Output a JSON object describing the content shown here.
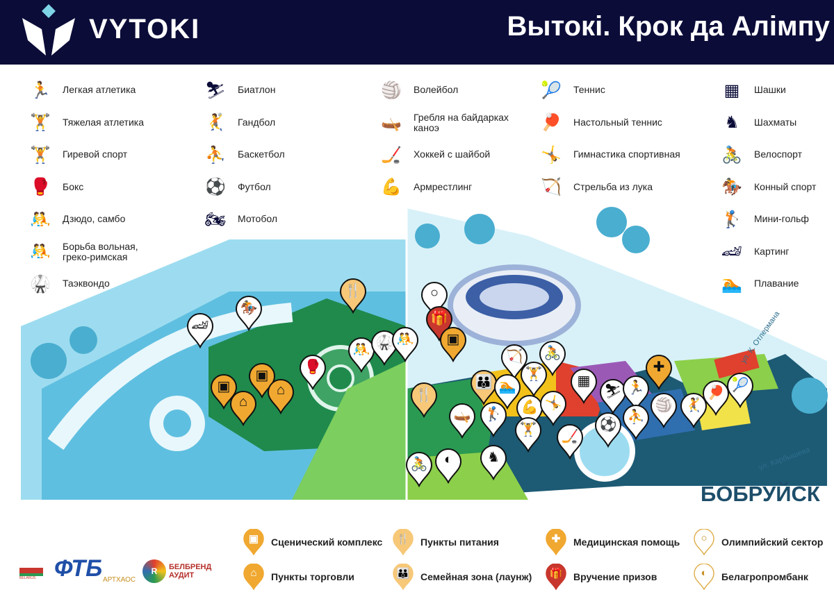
{
  "header": {
    "brand": "VYTOKI",
    "title": "Вытокі. Крок да Алімпу"
  },
  "sports": [
    {
      "label": "Легкая атлетика",
      "icon": "running-icon",
      "glyph": "🏃"
    },
    {
      "label": "Тяжелая атлетика",
      "icon": "weightlifting-icon",
      "glyph": "🏋"
    },
    {
      "label": "Гиревой спорт",
      "icon": "kettlebell-icon",
      "glyph": "🏋"
    },
    {
      "label": "Бокс",
      "icon": "boxing-icon",
      "glyph": "🥊"
    },
    {
      "label": "Дзюдо, самбо",
      "icon": "judo-icon",
      "glyph": "🤼"
    },
    {
      "label": "Борьба вольная,\nгреко-римская",
      "icon": "wrestling-icon",
      "glyph": "🤼"
    },
    {
      "label": "Таэквондо",
      "icon": "taekwondo-icon",
      "glyph": "🥋"
    },
    {
      "label": "Биатлон",
      "icon": "biathlon-icon",
      "glyph": "⛷"
    },
    {
      "label": "Гандбол",
      "icon": "handball-icon",
      "glyph": "🤾"
    },
    {
      "label": "Баскетбол",
      "icon": "basketball-icon",
      "glyph": "⛹"
    },
    {
      "label": "Футбол",
      "icon": "football-icon",
      "glyph": "⚽"
    },
    {
      "label": "Мотобол",
      "icon": "motoball-icon",
      "glyph": "🏍"
    },
    {
      "label": "Волейбол",
      "icon": "volleyball-icon",
      "glyph": "🏐"
    },
    {
      "label": "Гребля на байдарках\nканоэ",
      "icon": "canoe-icon",
      "glyph": "🛶"
    },
    {
      "label": "Хоккей с шайбой",
      "icon": "hockey-icon",
      "glyph": "🏒"
    },
    {
      "label": "Армрестлинг",
      "icon": "armwrestling-icon",
      "glyph": "💪"
    },
    {
      "label": "Теннис",
      "icon": "tennis-icon",
      "glyph": "🎾"
    },
    {
      "label": "Настольный теннис",
      "icon": "table-tennis-icon",
      "glyph": "🏓"
    },
    {
      "label": "Гимнастика спортивная",
      "icon": "gymnastics-icon",
      "glyph": "🤸"
    },
    {
      "label": "Стрельба из лука",
      "icon": "archery-icon",
      "glyph": "🏹"
    },
    {
      "label": "Шашки",
      "icon": "checkers-icon",
      "glyph": "▦"
    },
    {
      "label": "Шахматы",
      "icon": "chess-icon",
      "glyph": "♞"
    },
    {
      "label": "Велоспорт",
      "icon": "cycling-icon",
      "glyph": "🚴"
    },
    {
      "label": "Конный спорт",
      "icon": "equestrian-icon",
      "glyph": "🏇"
    },
    {
      "label": "Мини-гольф",
      "icon": "golf-icon",
      "glyph": "🏌"
    },
    {
      "label": "Картинг",
      "icon": "karting-icon",
      "glyph": "🏎"
    },
    {
      "label": "Плавание",
      "icon": "swimming-icon",
      "glyph": "🏊"
    }
  ],
  "map": {
    "city": "БОБРУЙСК",
    "streets": [
      "ул. К. Отлермана",
      "ул. Карбышева"
    ]
  },
  "poi_legend": [
    {
      "label": "Сценический комплекс",
      "icon": "stage-icon",
      "glyph": "▣",
      "color": "#f0a830"
    },
    {
      "label": "Пункты торговли",
      "icon": "shop-icon",
      "glyph": "⌂",
      "color": "#f0a830"
    },
    {
      "label": "Пункты питания",
      "icon": "food-icon",
      "glyph": "🍴",
      "color": "#f6c878"
    },
    {
      "label": "Семейная зона (лаунж)",
      "icon": "family-icon",
      "glyph": "👪",
      "color": "#f6c878"
    },
    {
      "label": "Медицинская помощь",
      "icon": "medical-icon",
      "glyph": "✚",
      "color": "#f0a830"
    },
    {
      "label": "Вручение призов",
      "icon": "gift-icon",
      "glyph": "🎁",
      "color": "#c8372d"
    },
    {
      "label": "Олимпийский сектор",
      "icon": "olympic-icon",
      "glyph": "○",
      "color": "#ffffff"
    },
    {
      "label": "Белагропромбанк",
      "icon": "bank-icon",
      "glyph": "◐",
      "color": "#ffffff"
    }
  ],
  "sponsors": [
    "BELARUS",
    "ФТБ",
    "АРТХАОС",
    "БЕЛБРЕНД АУДИТ"
  ],
  "colors": {
    "navy": "#0b0c38",
    "orange": "#f0a830",
    "red": "#c8372d",
    "teal": "#1d5a74",
    "lightblue": "#8fd4ea",
    "green": "#1f8a4c"
  }
}
